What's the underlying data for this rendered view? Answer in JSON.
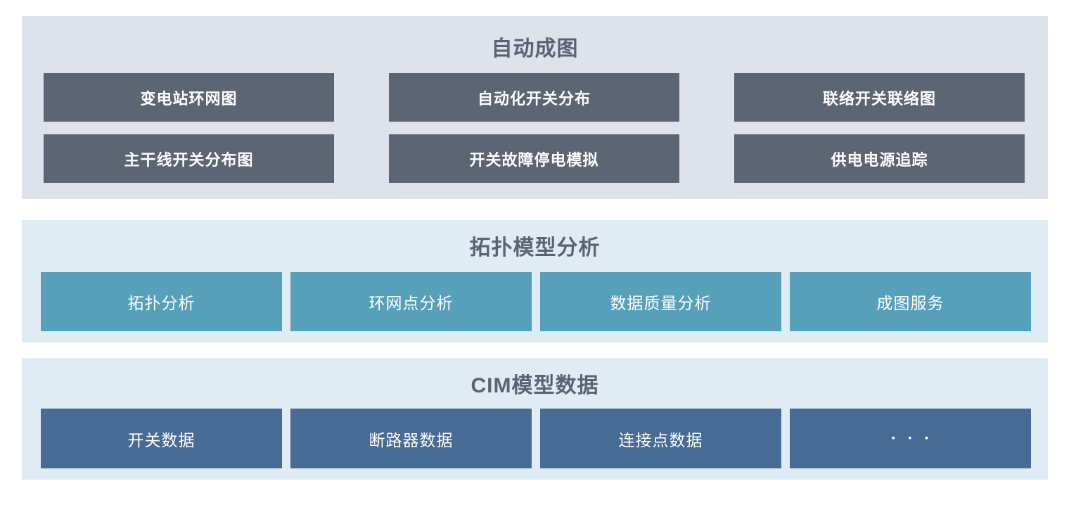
{
  "colors": {
    "page_bg": "#ffffff",
    "layer1_bg": "#dee2eb",
    "layer1_box_bg": "#5c6573",
    "layer2_bg": "#dfecf4",
    "layer2_box_bg": "#57a0ba",
    "layer3_bg": "#dfecf4",
    "layer3_box_bg": "#476b94",
    "title_text": "#5a6374",
    "box_text": "#ffffff"
  },
  "layers": [
    {
      "title": "自动成图",
      "items": [
        "变电站环网图",
        "自动化开关分布",
        "联络开关联络图",
        "主干线开关分布图",
        "开关故障停电模拟",
        "供电电源追踪"
      ]
    },
    {
      "title": "拓扑模型分析",
      "items": [
        "拓扑分析",
        "环网点分析",
        "数据质量分析",
        "成图服务"
      ]
    },
    {
      "title": "CIM模型数据",
      "items": [
        "开关数据",
        "断路器数据",
        "连接点数据",
        "···"
      ]
    }
  ]
}
